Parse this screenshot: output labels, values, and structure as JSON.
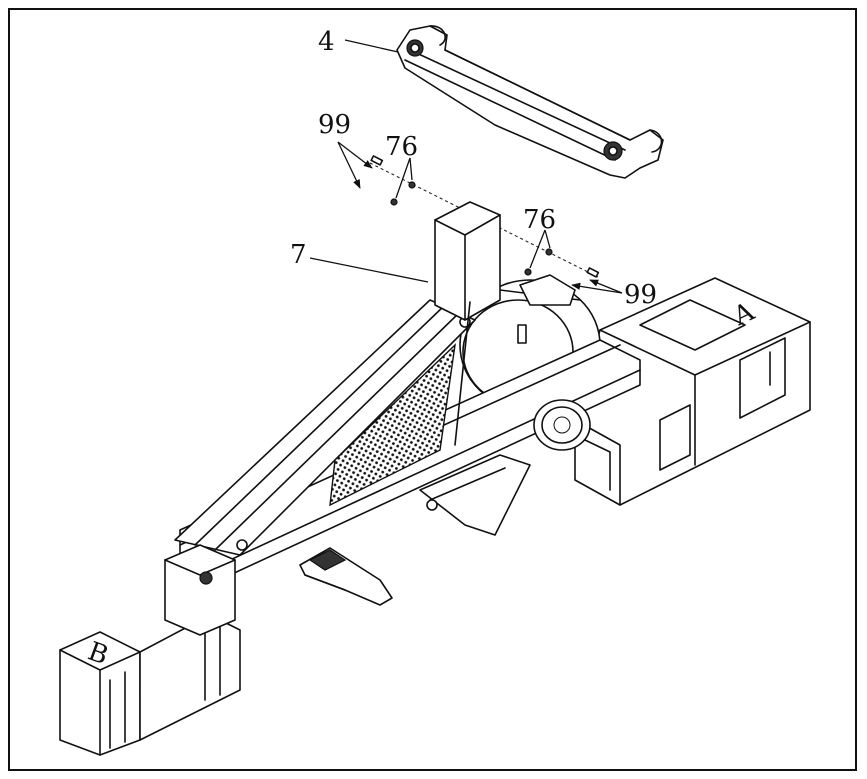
{
  "diagram": {
    "callouts": [
      {
        "id": "c4",
        "text": "4"
      },
      {
        "id": "c99a",
        "text": "99"
      },
      {
        "id": "c76a",
        "text": "76"
      },
      {
        "id": "c76b",
        "text": "76"
      },
      {
        "id": "c7",
        "text": "7"
      },
      {
        "id": "c99b",
        "text": "99"
      }
    ],
    "box_letters": {
      "box_a": "A",
      "box_b": "B"
    }
  }
}
